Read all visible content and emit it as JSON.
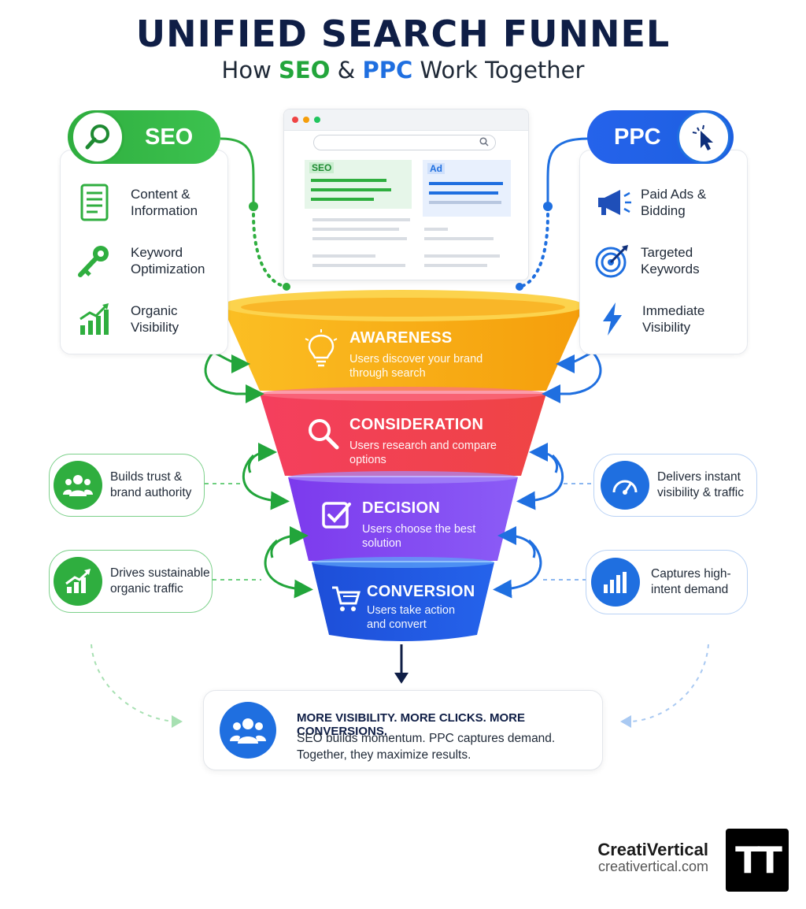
{
  "header": {
    "title": "UNIFIED SEARCH FUNNEL",
    "subtitle_prefix": "How",
    "subtitle_seo": "SEO",
    "subtitle_amp": "&",
    "subtitle_ppc": "PPC",
    "subtitle_suffix": "Work Together"
  },
  "browser": {
    "seo_tag": "SEO",
    "ad_tag": "Ad"
  },
  "seo": {
    "label": "SEO",
    "color": "#2fae3f",
    "features": [
      {
        "icon": "document-icon",
        "line1": "Content &",
        "line2": "Information"
      },
      {
        "icon": "key-icon",
        "line1": "Keyword",
        "line2": "Optimization"
      },
      {
        "icon": "growth-chart-icon",
        "line1": "Organic",
        "line2": "Visibility"
      }
    ],
    "notes": [
      {
        "icon": "users-icon",
        "line1": "Builds trust &",
        "line2": "brand authority"
      },
      {
        "icon": "trend-up-icon",
        "line1": "Drives sustainable",
        "line2": "organic traffic"
      }
    ]
  },
  "ppc": {
    "label": "PPC",
    "color": "#1f6fe0",
    "features": [
      {
        "icon": "megaphone-icon",
        "line1": "Paid Ads &",
        "line2": "Bidding"
      },
      {
        "icon": "target-icon",
        "line1": "Targeted",
        "line2": "Keywords"
      },
      {
        "icon": "lightning-icon",
        "line1": "Immediate",
        "line2": "Visibility"
      }
    ],
    "notes": [
      {
        "icon": "speedometer-icon",
        "line1": "Delivers instant",
        "line2": "visibility & traffic"
      },
      {
        "icon": "bar-chart-icon",
        "line1": "Captures high-",
        "line2": "intent demand"
      }
    ]
  },
  "funnel": [
    {
      "icon": "lightbulb-icon",
      "title": "AWARENESS",
      "line1": "Users discover your brand",
      "line2": "through search",
      "color": "#f7a81b"
    },
    {
      "icon": "magnifier-icon",
      "title": "CONSIDERATION",
      "line1": "Users research and compare",
      "line2": "options",
      "color": "#ef4444"
    },
    {
      "icon": "checkbox-icon",
      "title": "DECISION",
      "line1": "Users choose the best",
      "line2": "solution",
      "color": "#7c3aed"
    },
    {
      "icon": "cart-icon",
      "title": "CONVERSION",
      "line1": "Users take action",
      "line2": "and convert",
      "color": "#1f6fe0"
    }
  ],
  "result": {
    "headline": "MORE VISIBILITY. MORE CLICKS. MORE CONVERSIONS.",
    "line1": "SEO builds momentum. PPC captures demand.",
    "line2": "Together, they maximize results."
  },
  "brand": {
    "name": "CreatiVertical",
    "url": "creativertical.com",
    "logo_text": "TT"
  }
}
